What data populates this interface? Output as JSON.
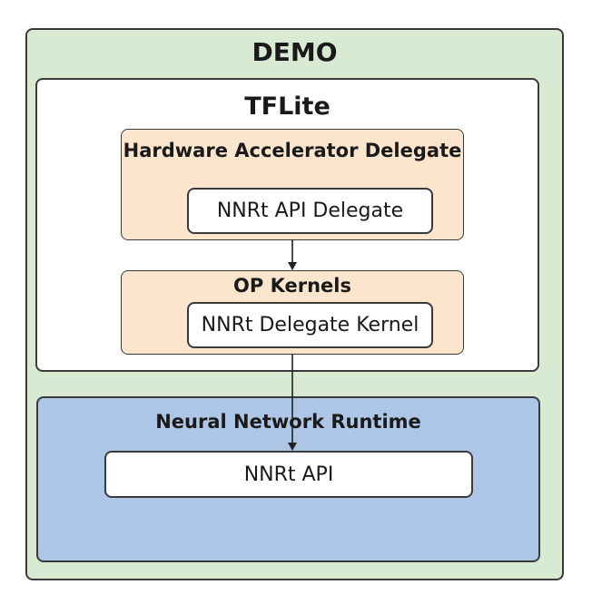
{
  "demo": {
    "title": "DEMO"
  },
  "tflite": {
    "title": "TFLite"
  },
  "hw_delegate": {
    "title": "Hardware Accelerator Delegate",
    "inner_label": "NNRt API Delegate"
  },
  "op_kernels": {
    "title": "OP Kernels",
    "inner_label": "NNRt Delegate Kernel"
  },
  "nnrt": {
    "title": "Neural Network Runtime",
    "inner_label": "NNRt API"
  },
  "colors": {
    "demo_bg": "#d9ead3",
    "tflite_bg": "#ffffff",
    "delegate_bg": "#fce5cd",
    "runtime_bg": "#aec6e6",
    "border": "#3a3a3a"
  }
}
